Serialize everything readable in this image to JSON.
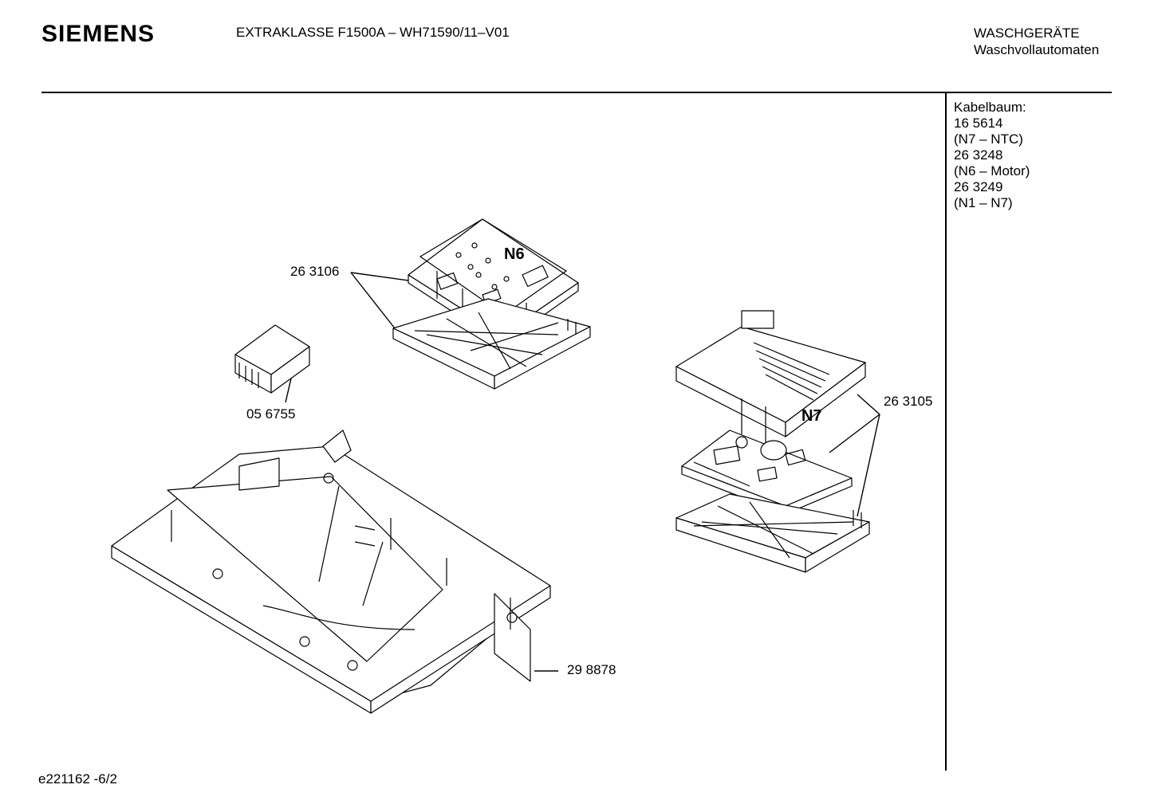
{
  "header": {
    "brand": "SIEMENS",
    "model": "EXTRAKLASSE F1500A – WH71590/11–V01",
    "category_line1": "WASCHGERÄTE",
    "category_line2": "Waschvollautomaten"
  },
  "sidebar": {
    "lines": [
      "Kabelbaum:",
      "16 5614",
      "(N7 – NTC)",
      "26 3248",
      "(N6 – Motor)",
      "26 3249",
      "(N1 – N7)"
    ]
  },
  "parts": {
    "p263106": "26 3106",
    "p056755": "05 6755",
    "p263105": "26 3105",
    "p298878": "29 8878"
  },
  "tags": {
    "n6": "N6",
    "n7": "N7"
  },
  "footer": {
    "code": "e221162 -6/2"
  }
}
